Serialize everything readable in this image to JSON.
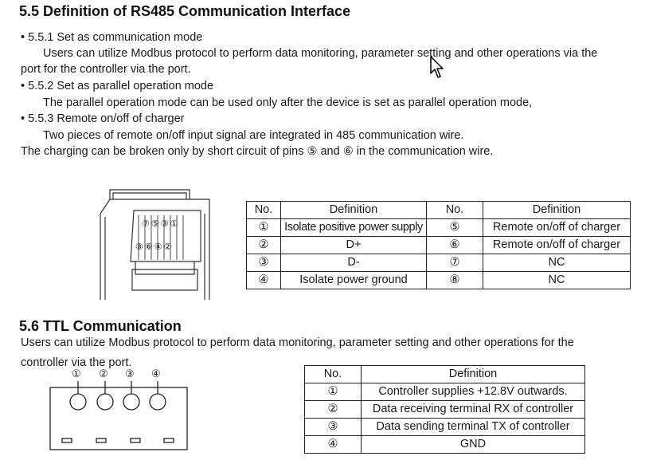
{
  "s55": {
    "title": "5.5 Definition of RS485 Communication Interface",
    "i1_head": "• 5.5.1 Set as communication mode",
    "i1_body1": "Users can utilize Modbus protocol to perform data monitoring, parameter setting and other operations via the",
    "i1_body2": "port for the controller via the port.",
    "i2_head": "• 5.5.2 Set as parallel operation mode",
    "i2_body": "The parallel operation mode can be used only after the device is set as parallel operation mode,",
    "i3_head": "• 5.5.3 Remote on/off of charger",
    "i3_body": "Two pieces of remote on/off input signal are integrated in 485 communication wire.",
    "note": "The charging can be broken only by short circuit of pins ⑤ and ⑥ in the communication wire.",
    "connector_pins_top": [
      "⑦",
      "⑤",
      "③",
      "①"
    ],
    "connector_pins_bottom": [
      "⑧",
      "⑥",
      "④",
      "②"
    ],
    "table": {
      "h_no": "No.",
      "h_def": "Definition",
      "h_no2": "No.",
      "h_def2": "Definition",
      "rows": [
        {
          "no": "①",
          "def": "Isolate positive power supply",
          "no2": "⑤",
          "def2": "Remote on/off of charger"
        },
        {
          "no": "②",
          "def": "D+",
          "no2": "⑥",
          "def2": "Remote on/off of charger"
        },
        {
          "no": "③",
          "def": "D-",
          "no2": "⑦",
          "def2": "NC"
        },
        {
          "no": "④",
          "def": "Isolate power ground",
          "no2": "⑧",
          "def2": "NC"
        }
      ]
    }
  },
  "s56": {
    "title": "5.6 TTL Communication",
    "body1": "Users can utilize Modbus protocol to perform data monitoring, parameter setting and other operations for the",
    "body2": "controller via the port.",
    "pins": [
      "①",
      "②",
      "③",
      "④"
    ],
    "table": {
      "h_no": "No.",
      "h_def": "Definition",
      "rows": [
        {
          "no": "①",
          "def": "Controller supplies +12.8V outwards."
        },
        {
          "no": "②",
          "def": "Data receiving terminal RX of controller"
        },
        {
          "no": "③",
          "def": "Data sending terminal TX of controller"
        },
        {
          "no": "④",
          "def": "GND"
        }
      ]
    }
  }
}
